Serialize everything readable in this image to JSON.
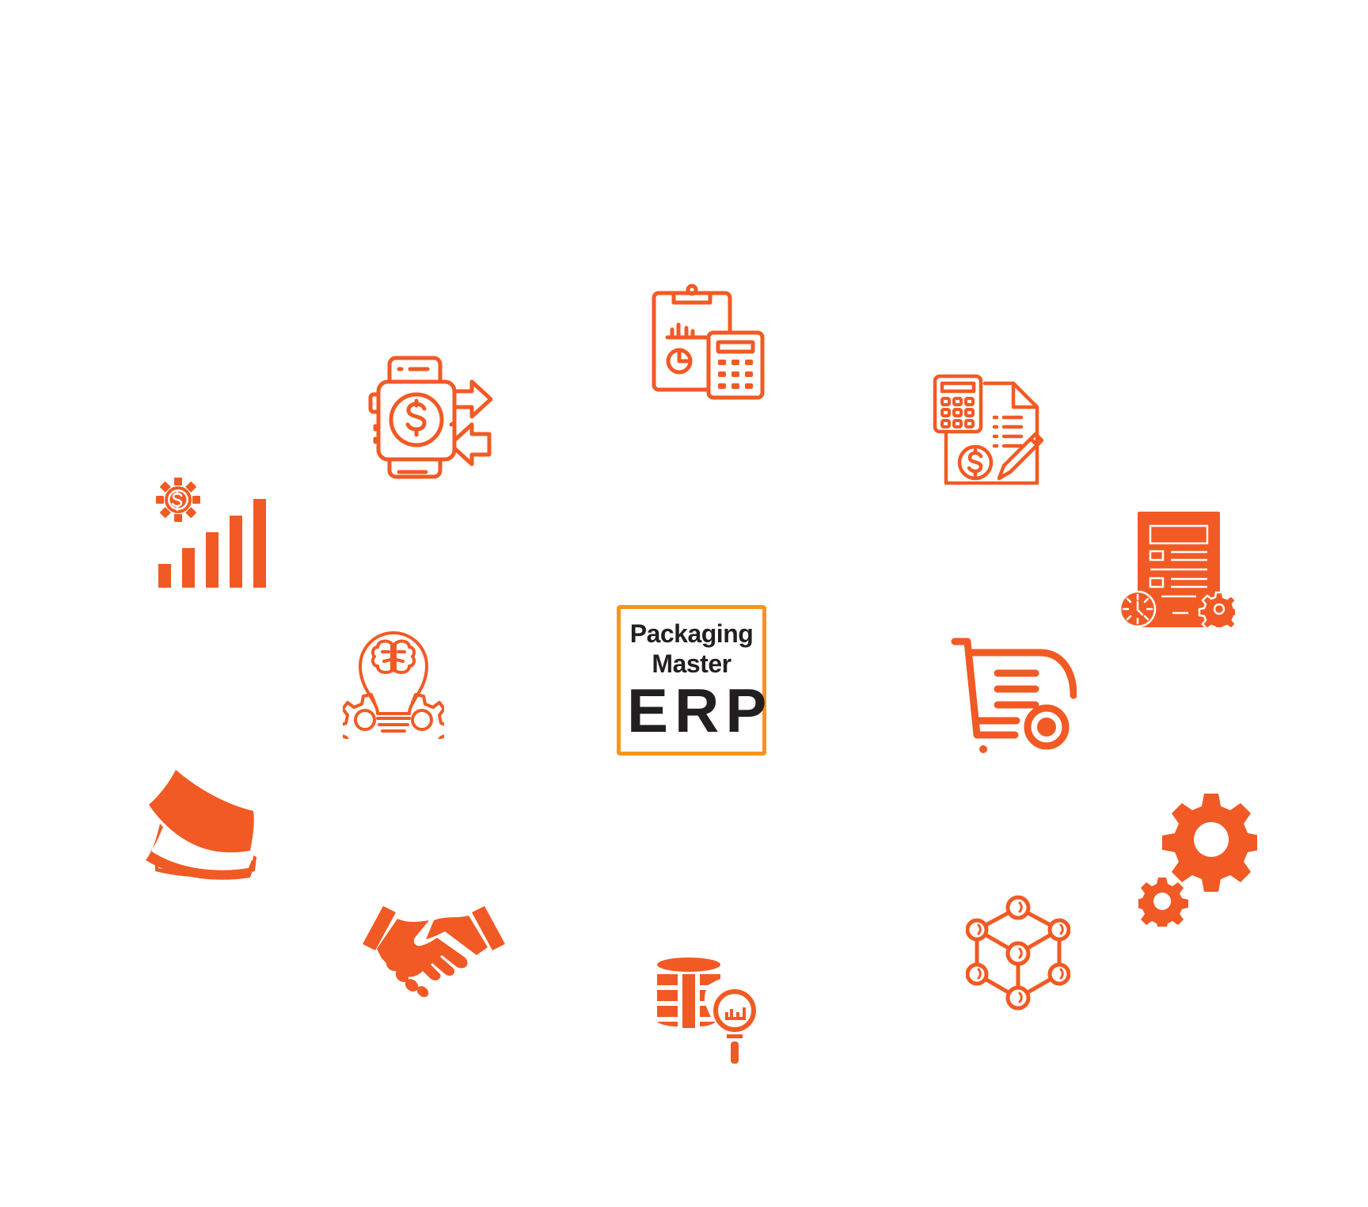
{
  "center_logo": {
    "line1": "Packaging",
    "line2": "Master",
    "line3": "ERP",
    "border_color": "#f7941d",
    "text_color": "#231f20"
  },
  "accent_color": "#f15a24",
  "icons": [
    {
      "name": "clipboard-calculator-icon",
      "meaning": "accounting report"
    },
    {
      "name": "smartwatch-payment-icon",
      "meaning": "payments in/out"
    },
    {
      "name": "calculator-invoice-icon",
      "meaning": "billing / invoicing"
    },
    {
      "name": "financial-growth-icon",
      "meaning": "revenue growth"
    },
    {
      "name": "document-schedule-settings-icon",
      "meaning": "planning documents"
    },
    {
      "name": "brain-lightbulb-gears-icon",
      "meaning": "intelligence / ideas"
    },
    {
      "name": "shopping-cart-list-icon",
      "meaning": "purchasing / orders"
    },
    {
      "name": "money-stack-icon",
      "meaning": "cash / finance"
    },
    {
      "name": "gears-icon",
      "meaning": "settings / operations"
    },
    {
      "name": "handshake-icon",
      "meaning": "partners / CRM"
    },
    {
      "name": "network-cube-icon",
      "meaning": "integration / network"
    },
    {
      "name": "database-search-icon",
      "meaning": "data analytics"
    }
  ]
}
